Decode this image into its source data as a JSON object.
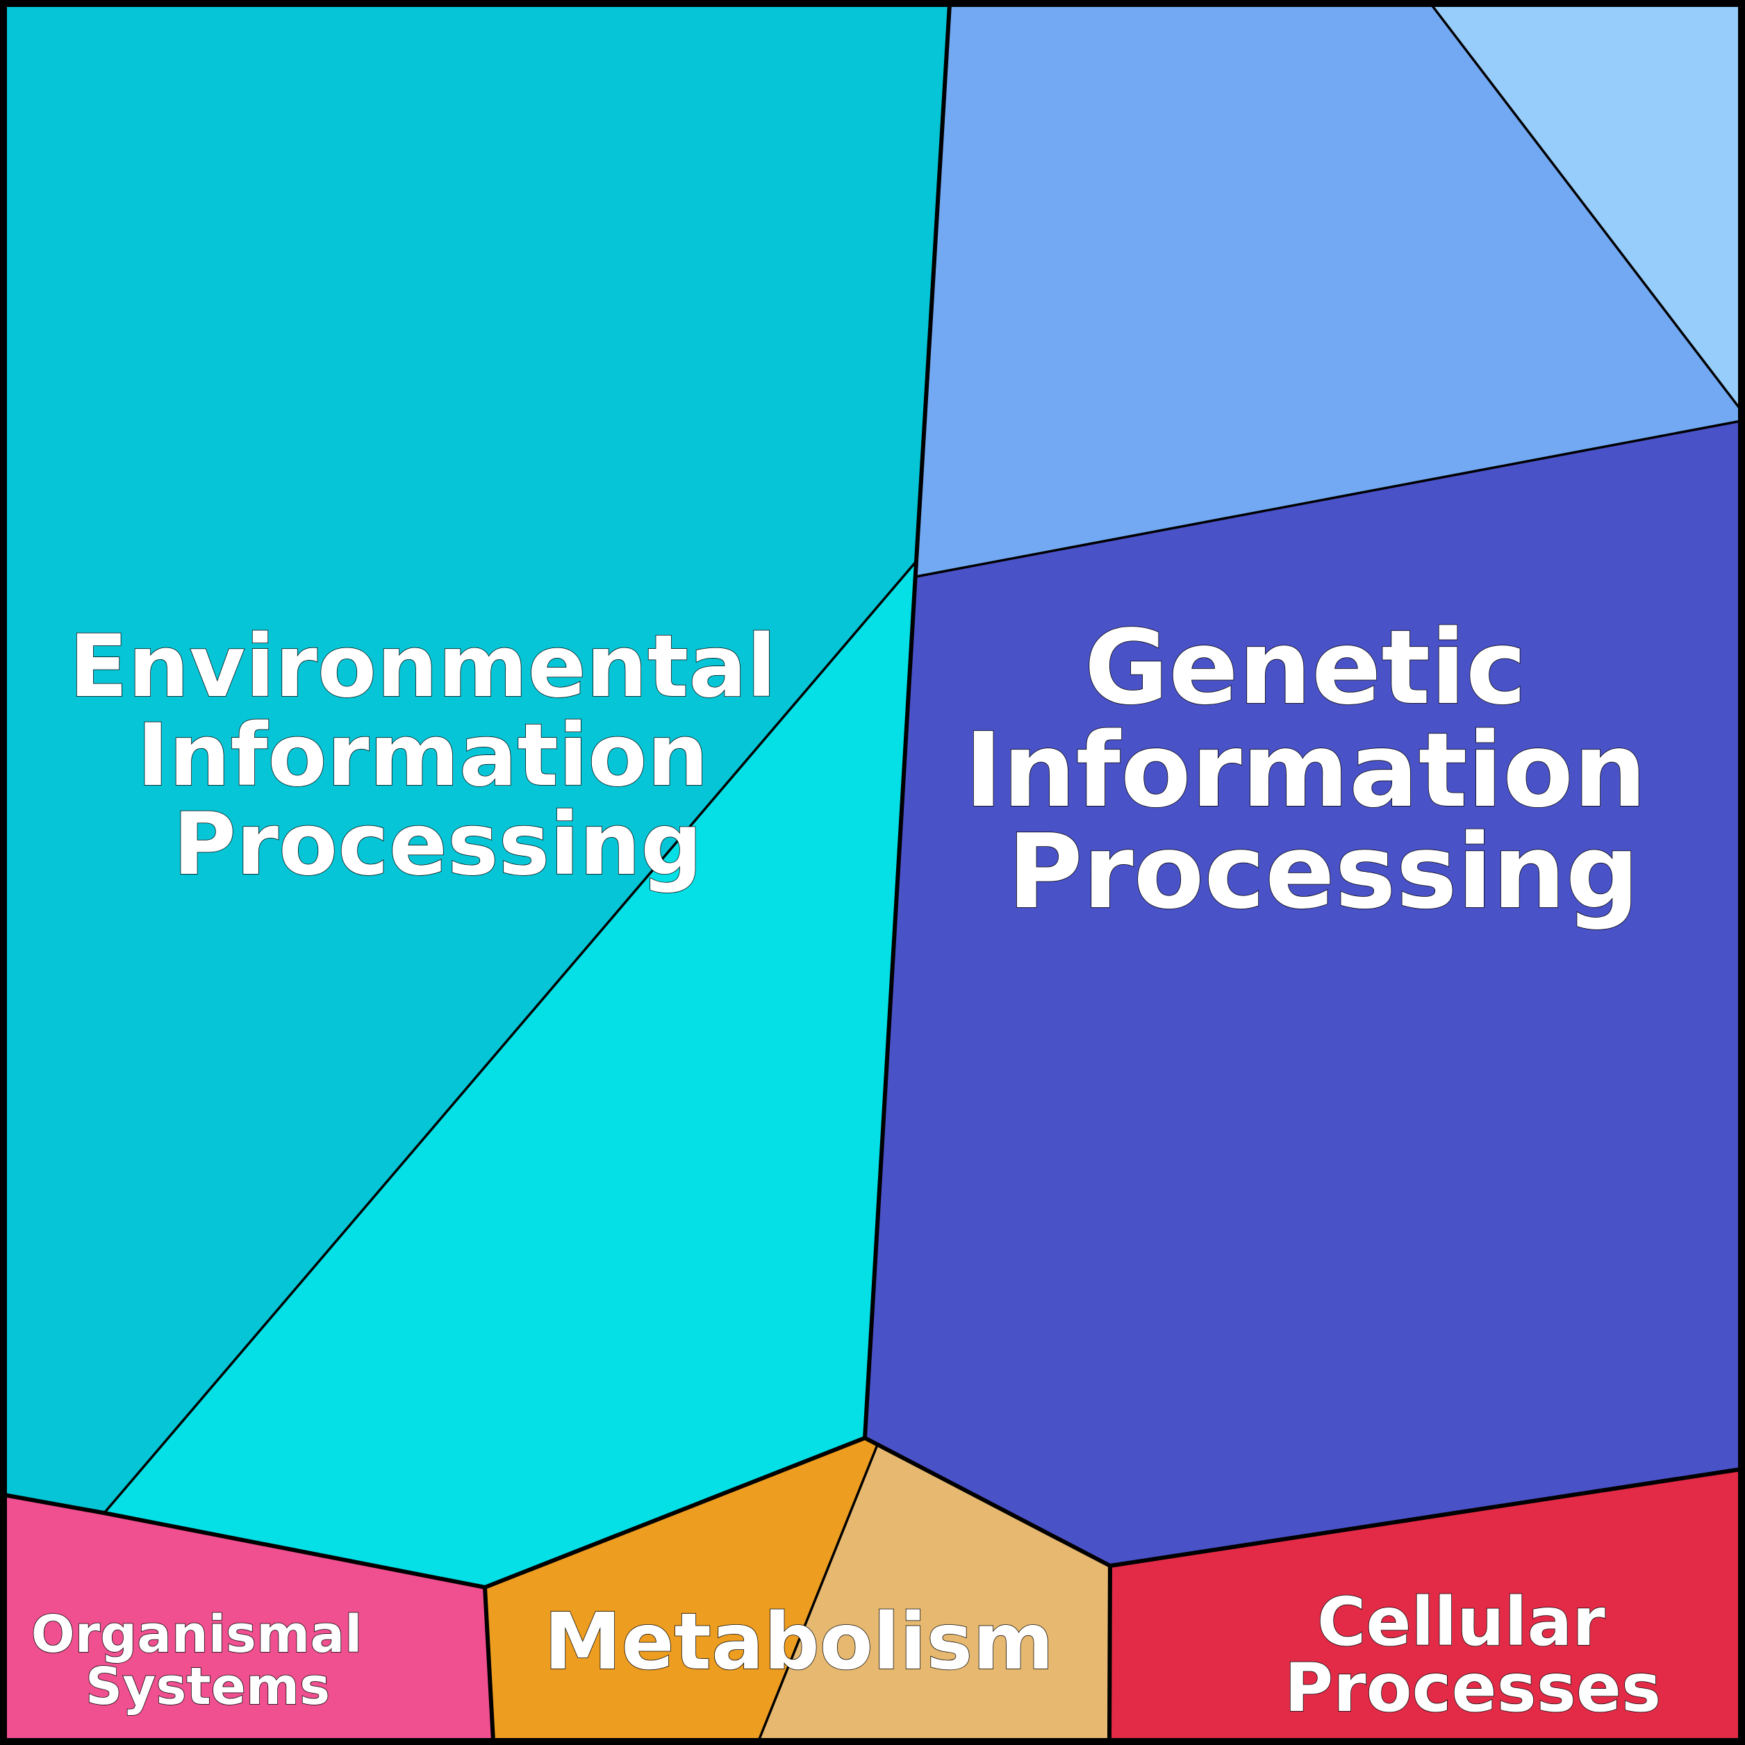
{
  "regions": [
    {
      "id": "environmental-information-processing",
      "label_lines": [
        "Environmental",
        "Information",
        "Processing"
      ]
    },
    {
      "id": "genetic-information-processing",
      "label_lines": [
        "Genetic",
        "Information",
        "Processing"
      ]
    },
    {
      "id": "organismal-systems",
      "label_lines": [
        "Organismal",
        "Systems"
      ]
    },
    {
      "id": "metabolism",
      "label_lines": [
        "Metabolism"
      ]
    },
    {
      "id": "cellular-processes",
      "label_lines": [
        "Cellular",
        "Processes"
      ]
    }
  ],
  "colors": {
    "environmental_outer": "#06c5d6",
    "environmental_inner": "#05e0e7",
    "genetic_upper": "#72a9f2",
    "genetic_corner": "#97cdfb",
    "genetic_main": "#4a52c8",
    "organismal": "#f04f90",
    "metabolism_left": "#ed9d20",
    "metabolism_right": "#e6b870",
    "cellular": "#e32b47",
    "label_text": "#ffffff",
    "border": "#000000"
  }
}
